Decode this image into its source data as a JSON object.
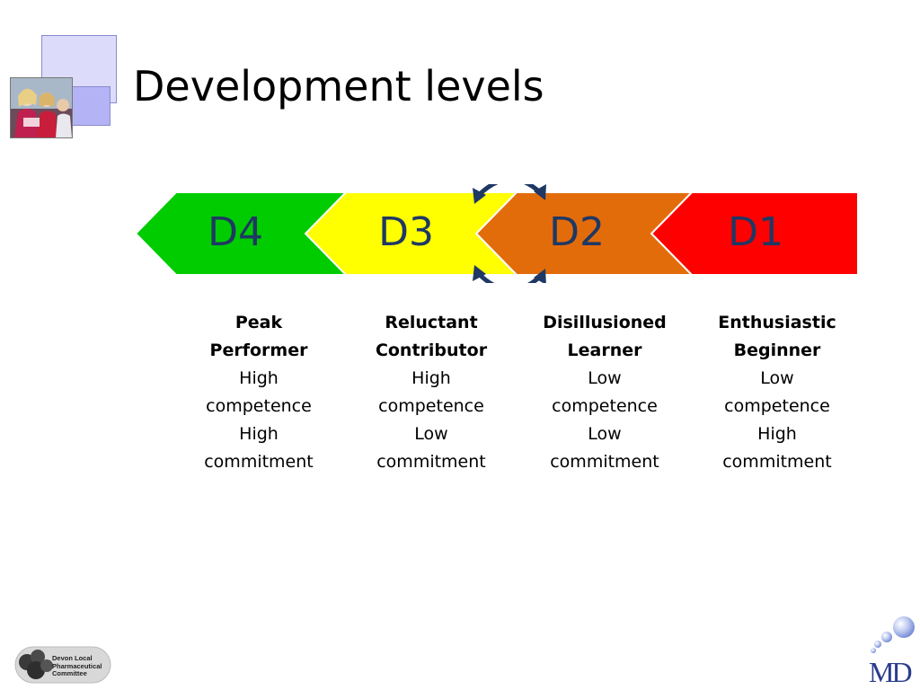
{
  "slide": {
    "title": "Development levels"
  },
  "levels": [
    {
      "code": "D4",
      "color": "#00cc00",
      "name_line1": "Peak",
      "name_line2": "Performer",
      "lines": [
        "High",
        "competence",
        "High",
        "commitment"
      ]
    },
    {
      "code": "D3",
      "color": "#ffff00",
      "name_line1": "Reluctant",
      "name_line2": "Contributor",
      "lines": [
        "High",
        "competence",
        "Low",
        "commitment"
      ]
    },
    {
      "code": "D2",
      "color": "#e36c0a",
      "name_line1": "Disillusioned",
      "name_line2": "Learner",
      "lines": [
        "Low",
        "competence",
        "Low",
        "commitment"
      ]
    },
    {
      "code": "D1",
      "color": "#ff0000",
      "name_line1": "Enthusiastic",
      "name_line2": "Beginner",
      "lines": [
        "Low",
        "competence",
        "High",
        "commitment"
      ]
    }
  ],
  "colors": {
    "label_text": "#1f3864",
    "cycle_arrow": "#1f3864"
  },
  "footer": {
    "lpc_line1": "Devon Local",
    "lpc_line2": "Pharmaceutical",
    "lpc_line3": "Committee",
    "md_logo_text": "MD"
  }
}
